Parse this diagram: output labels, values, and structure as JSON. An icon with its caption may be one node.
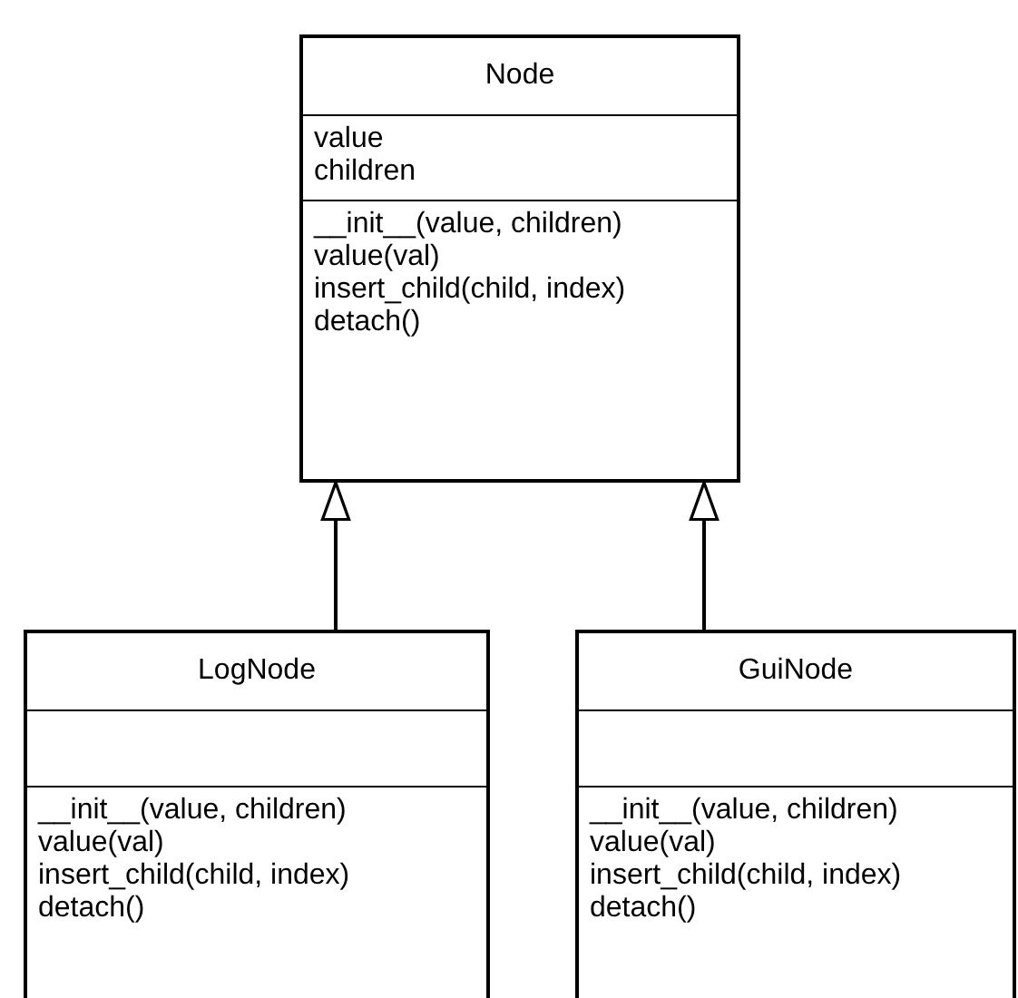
{
  "diagram": {
    "nodes": [
      {
        "text": [
          "Node",
          "value",
          "children",
          "__init__(value, children)",
          "value(val)",
          "insert_child(child, index)",
          "detach()"
        ]
      },
      {
        "text": [
          "LogNode",
          "__init__(value, children)",
          "value(val)",
          "insert_child(child, index)",
          "detach()"
        ]
      },
      {
        "text": [
          "GuiNode",
          "__init__(value, children)",
          "value(val)",
          "insert_child(child, index)",
          "detach()"
        ]
      }
    ],
    "edges": [
      {
        "from": 1,
        "to": 0,
        "arrow": "to"
      },
      {
        "from": 2,
        "to": 0,
        "arrow": "to"
      }
    ]
  }
}
